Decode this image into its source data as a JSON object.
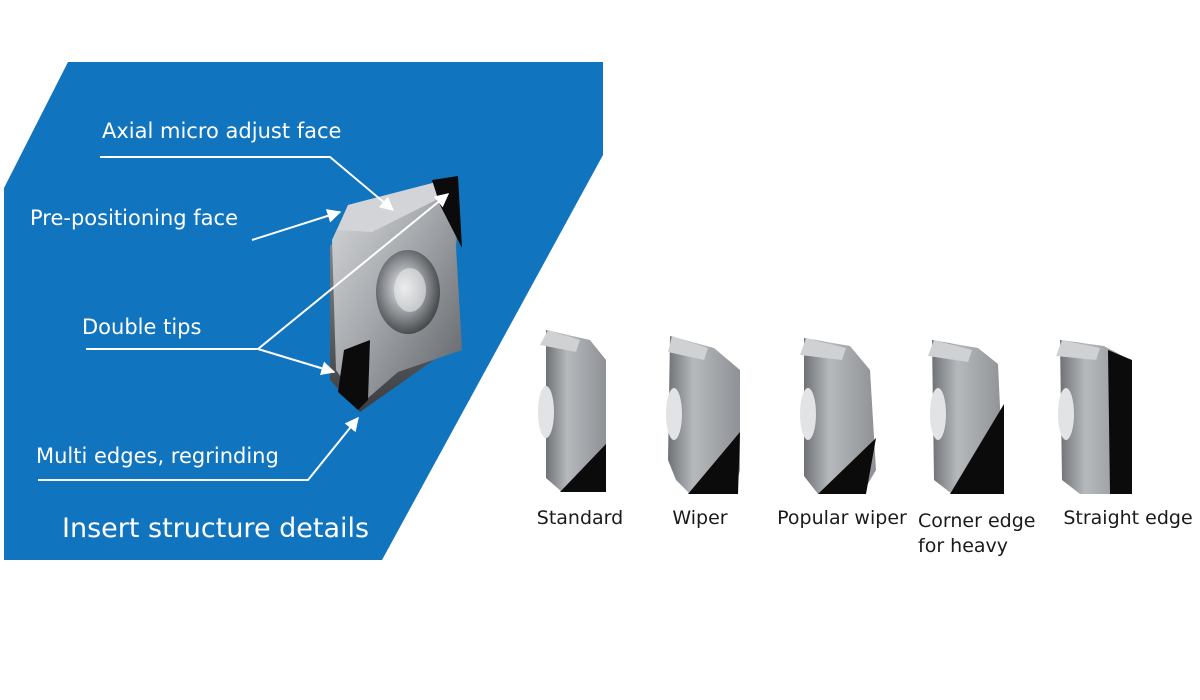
{
  "colors": {
    "panel_blue": "#1174be",
    "insert_steel": "#a9acb0",
    "insert_dark": "#2a2b2e",
    "carbide_black": "#0b0b0c"
  },
  "panel": {
    "title": "Insert structure details",
    "labels": {
      "axial": "Axial micro adjust face",
      "prepos": "Pre-positioning face",
      "double": "Double tips",
      "multi": "Multi edges, regrinding"
    }
  },
  "variants": [
    {
      "id": "standard",
      "caption": "Standard"
    },
    {
      "id": "wiper",
      "caption": "Wiper"
    },
    {
      "id": "popular-wiper",
      "caption": "Popular wiper"
    },
    {
      "id": "corner-edge",
      "caption": "Corner edge\nfor heavy"
    },
    {
      "id": "straight-edge",
      "caption": "Straight edge"
    }
  ]
}
